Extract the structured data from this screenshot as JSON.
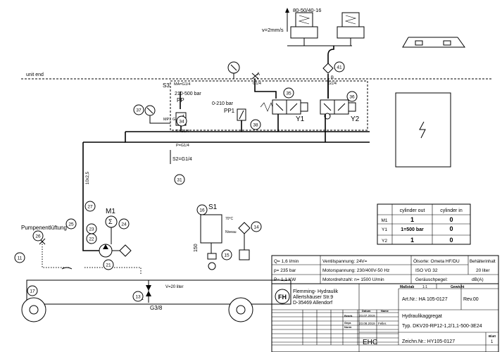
{
  "cylinders": {
    "label": "80-50/40-16",
    "speed": "v=2mm/s"
  },
  "unit_end": "unit end",
  "ports": {
    "s3": "S3",
    "ma": "MA=G1/4",
    "pp": "PP",
    "range_pp": "210-500 bar",
    "pp1": "PP1",
    "range_pp1": "0-210 bar",
    "mp1": "MP1",
    "g14a": "G1/4",
    "t": "T=G1/4",
    "p": "P=G1/4",
    "s2": "S2=G1/4",
    "a": "A",
    "a_g": "G1/4",
    "b": "B",
    "b_g": "G1/4",
    "y1": "Y1",
    "y2": "Y2",
    "hose": "10x2,5"
  },
  "numbers": [
    "35",
    "36",
    "37",
    "34",
    "38",
    "41",
    "31",
    "27",
    "25",
    "23",
    "22",
    "24",
    "21",
    "26",
    "11",
    "17",
    "13",
    "16",
    "14",
    "15"
  ],
  "motor": {
    "m1": "M1",
    "pump_vent": "Pumpenentlüftung"
  },
  "tank": {
    "volume": "V=20 liter",
    "g38": "G3/8",
    "ref1": "13",
    "ref2": "1"
  },
  "switch": {
    "s1": "S1",
    "t70": "70°C",
    "level": "Niveau",
    "h150": "150"
  },
  "cyl_table": {
    "headers": [
      "",
      "cylinder out",
      "cylinder in"
    ],
    "rows": [
      [
        "M1",
        "1",
        "0"
      ],
      [
        "Y1",
        "1=500 bar",
        "0"
      ],
      [
        "Y2",
        "1",
        "0"
      ]
    ]
  },
  "spec": {
    "q": "Q=",
    "q_val": "1,6",
    "q_unit": "l/min",
    "p": "p=",
    "p_val": "235",
    "p_unit": "bar",
    "pw": "P=",
    "pw_val": "1,1",
    "pw_unit": "KW",
    "vs": "Ventilspannung:",
    "vs_val": "24V=",
    "ms": "Motorspannung:",
    "ms_val": "230/400V-50 Hz",
    "md": "Motordrehzahl:",
    "md_val": "n= 1500 U/min",
    "oil": "Ölsorte: Ometa HF/DU",
    "iso": "ISO VG  32",
    "noise": "Geräuschpegel:",
    "noise_unit": "dB(A)",
    "tank": "Behälterinhalt",
    "tank_val": "20 liter"
  },
  "company": {
    "name": "Flemming- Hydraulik",
    "street": "Allertshäuser Str.9",
    "city": "D-35469 Allendorf"
  },
  "title": {
    "massstab": "Maßstab",
    "scale": "1:1",
    "gewicht": "Gewicht",
    "artnr": "Art.Nr.: HA 105-0127",
    "rev": "Rev.00",
    "name": "Hydraulikaggregat",
    "type": "Typ. DKV20-RP12-1,2/1,1-500-3E24",
    "drawing": "Zeichn.Nr.: HY105-0127",
    "ehc": "EHC",
    "sheet": "Blatt",
    "sheet_no": "1",
    "datum": "Datum",
    "name_h": "Name",
    "bearb": "Bearb.",
    "gepr": "Gepr.",
    "norm": "Norm",
    "date1": "23.07.2019",
    "date2": "23.08.2019",
    "signer": "Feller."
  }
}
